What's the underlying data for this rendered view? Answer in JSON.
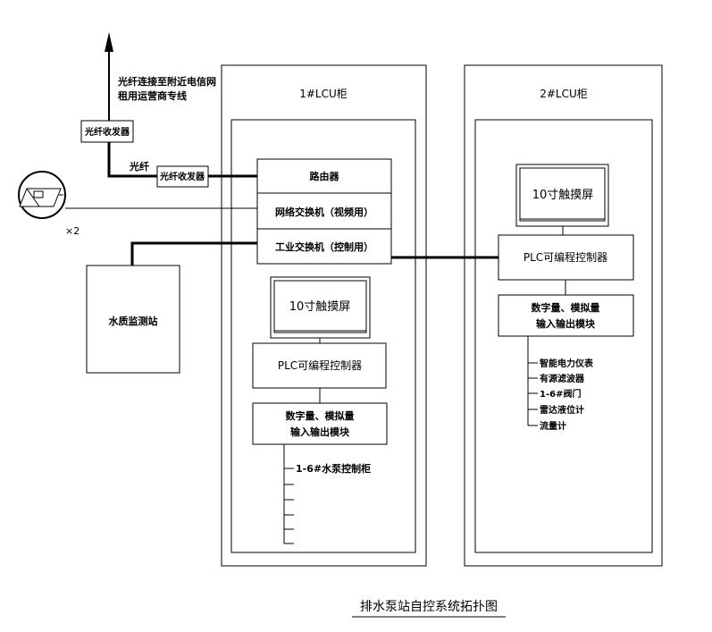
{
  "title": "排水泵站自控系统拓扑图",
  "fiber_uplink": {
    "line1": "光纤连接至附近电信网",
    "line2": "租用运营商专线"
  },
  "fiber_label": "光纤",
  "transceivers": {
    "upper": "光纤收发器",
    "lower": "光纤收发器"
  },
  "camera": {
    "count": "×2"
  },
  "water_station": "水质监测站",
  "cabinet1": {
    "title": "1#LCU柜",
    "router": "路由器",
    "video_switch": "网络交换机（视频用）",
    "control_switch": "工业交换机（控制用）",
    "touchscreen": "10寸触摸屏",
    "plc": "PLC可编程控制器",
    "io_line1": "数字量、模拟量",
    "io_line2": "输入输出模块",
    "pump_label": "1-6#水泵控制柜"
  },
  "cabinet2": {
    "title": "2#LCU柜",
    "touchscreen": "10寸触摸屏",
    "plc": "PLC可编程控制器",
    "io_line1": "数字量、模拟量",
    "io_line2": "输入输出模块",
    "devices": [
      "智能电力仪表",
      "有源滤波器",
      "1-6#阀门",
      "雷达液位计",
      "流量计"
    ]
  }
}
